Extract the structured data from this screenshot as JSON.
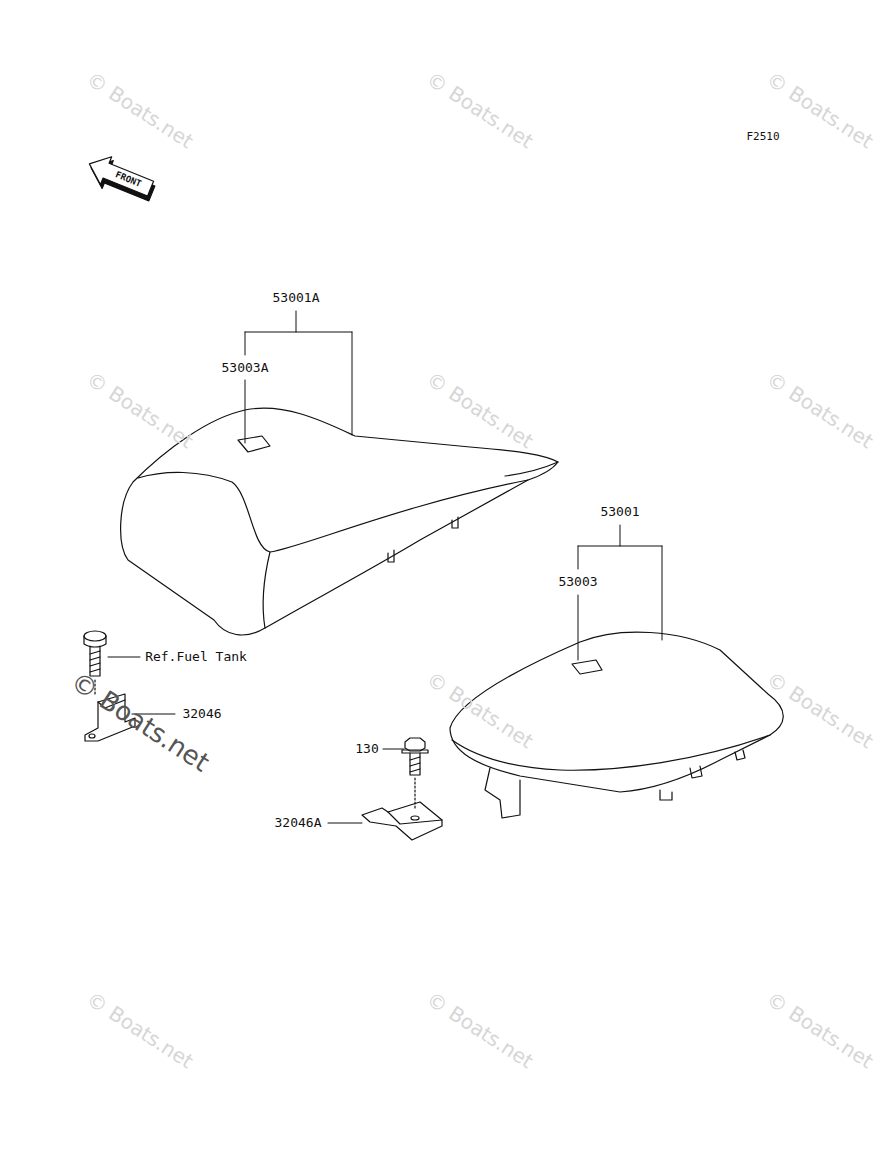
{
  "diagram": {
    "labels": [
      "© Boats.net",
      "© Boats.net",
      "© Boats.net",
      "F2510",
      "FRONT",
      "53001A",
      "53003A",
      "© Boats.net",
      "© Boats.net",
      "© Boats.net",
      "53001",
      "53003",
      "Ref.Fuel Tank",
      "© Boats.net",
      "© Boats.net",
      "© Boats.net",
      "32046",
      "130",
      "32046A",
      "© Boats.net",
      "© Boats.net",
      "© Boats.net"
    ]
  }
}
